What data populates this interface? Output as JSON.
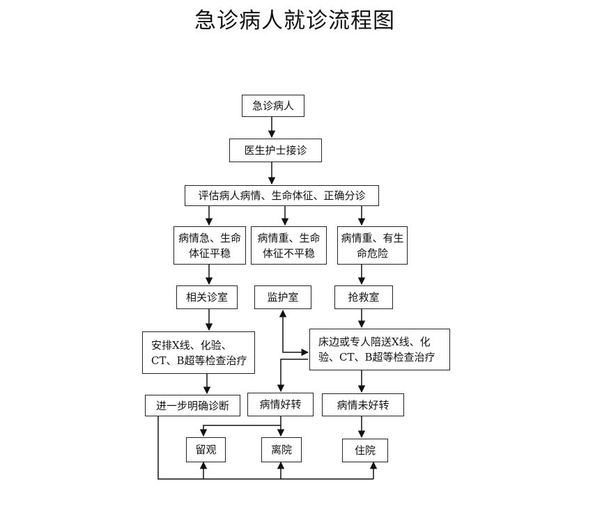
{
  "title": "急诊病人就诊流程图",
  "nodes": {
    "patient": "急诊病人",
    "reception": "医生护士接诊",
    "assess": "评估病人病情、生命体征、正确分诊",
    "urgent_stable": "病情急、生命体征平稳",
    "severe_unstable": "病情重、生命体征不平稳",
    "severe_critical": "病情重、有生命危险",
    "dept_room": "相关诊室",
    "monitor_room": "监护室",
    "rescue_room": "抢救室",
    "exam_arrange": "安排X线、化验、CT、B超等检查治疗",
    "bedside_exam": "床边或专人陪送X线、化验、CT、B超等检查治疗",
    "diagnose": "进一步明确诊断",
    "improved": "病情好转",
    "not_improved": "病情未好转",
    "observe": "留观",
    "discharge": "离院",
    "admit": "住院"
  }
}
